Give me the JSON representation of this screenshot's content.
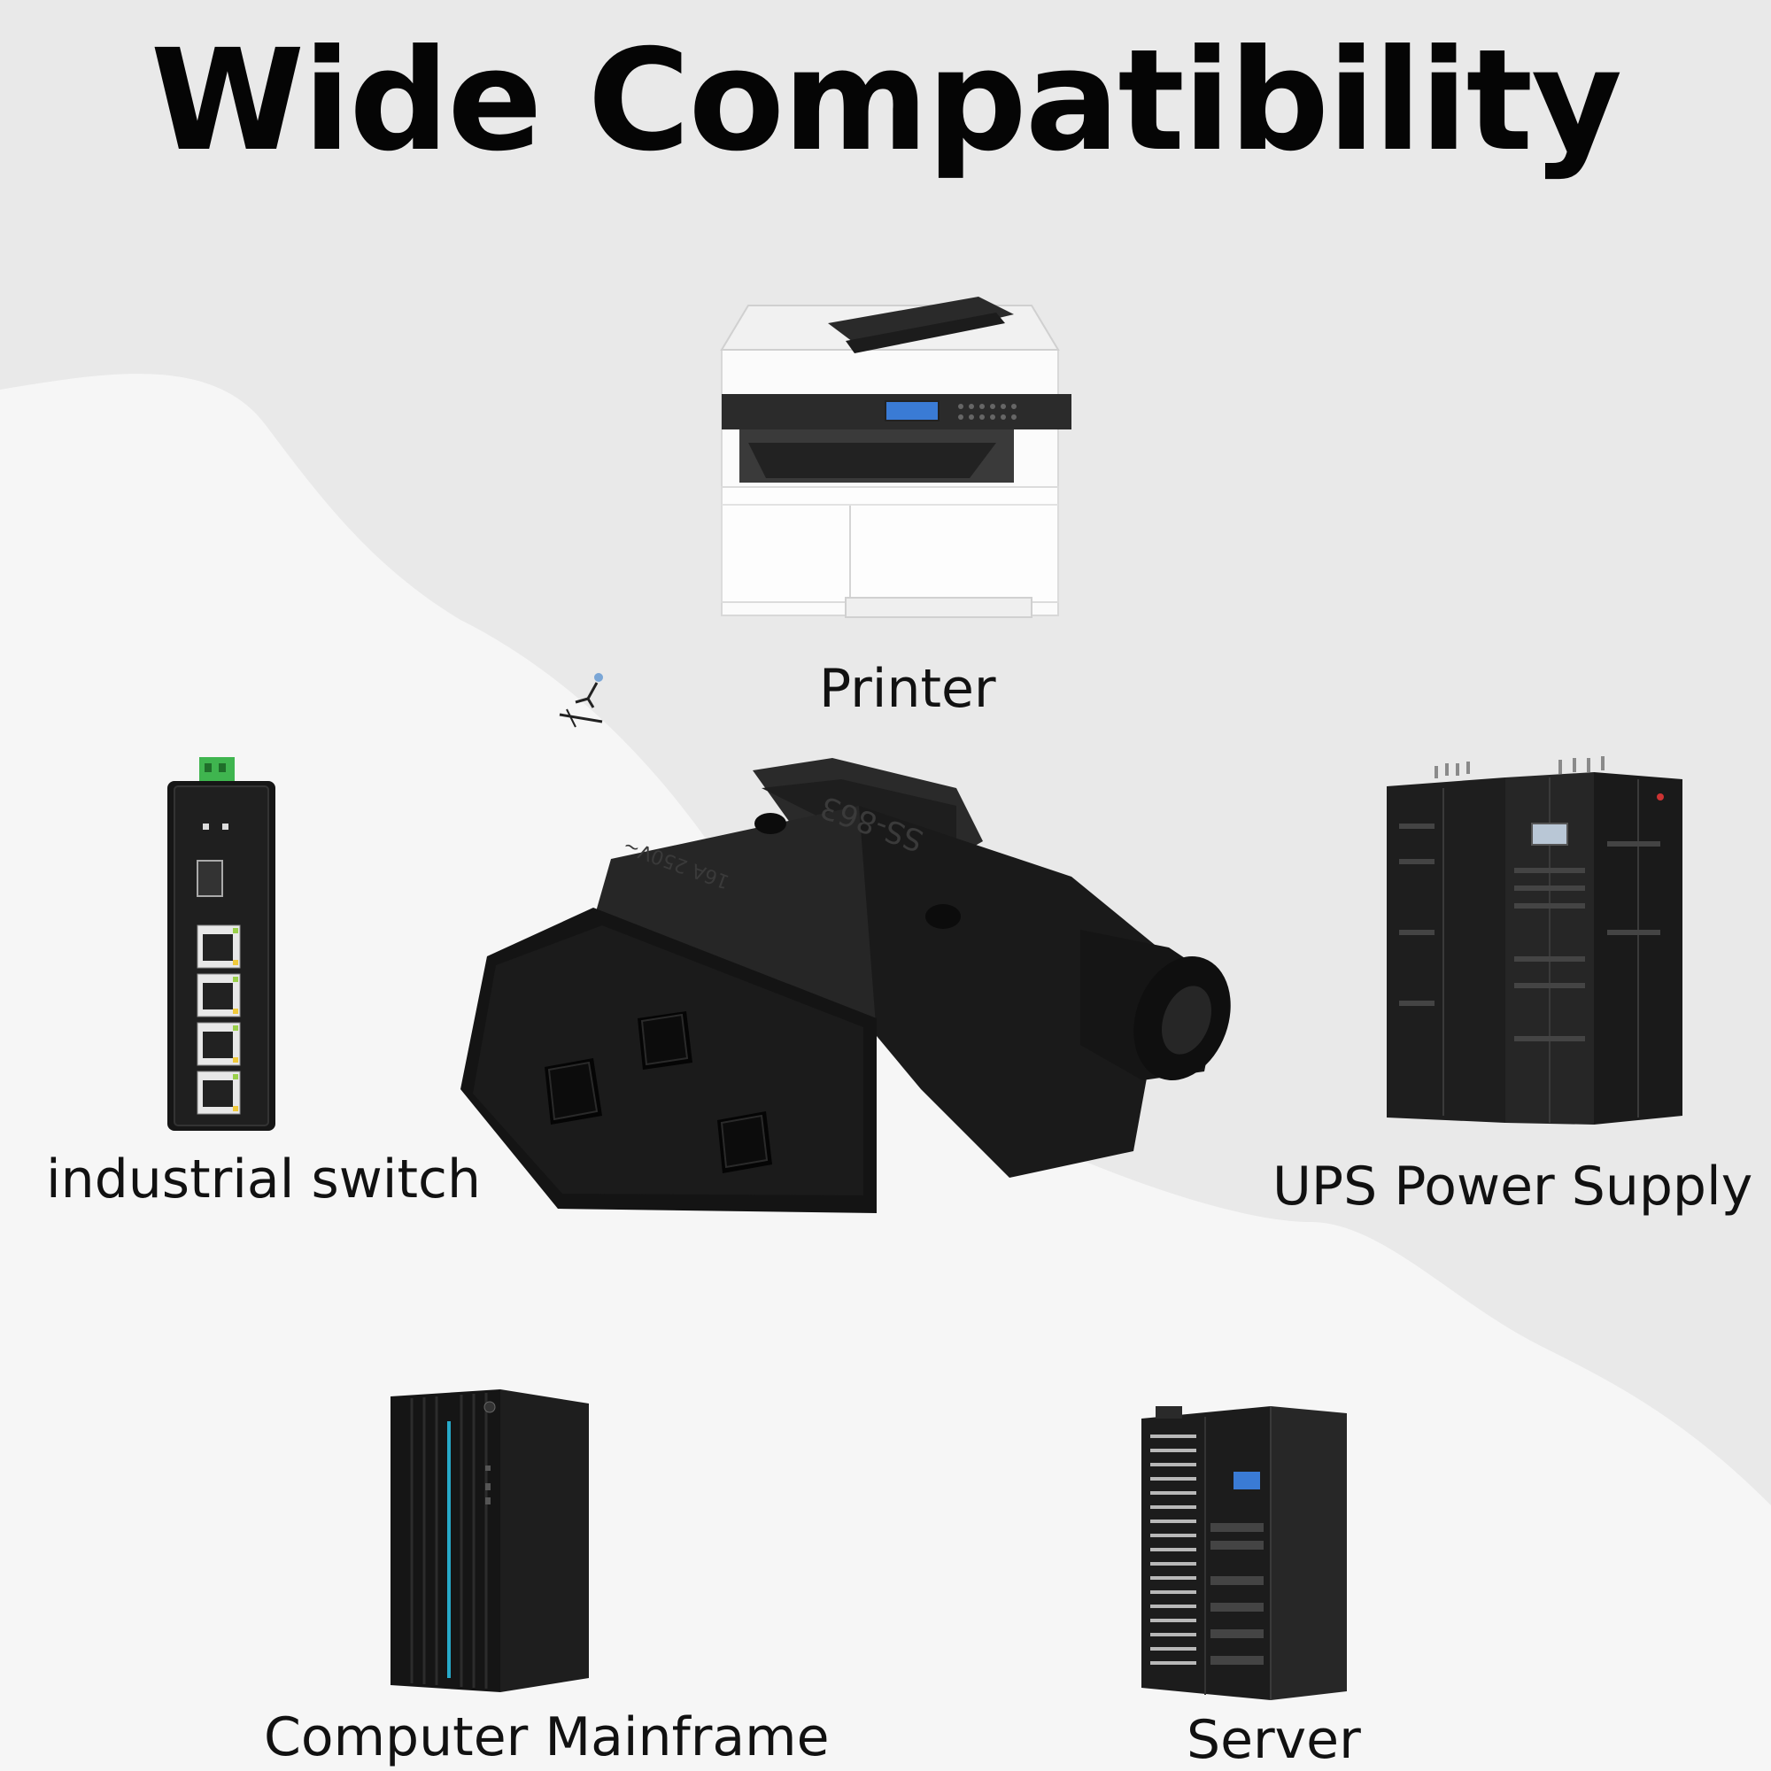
{
  "title": "Wide Compatibility",
  "connector": {
    "rating_marking": "16A 250V~",
    "model_marking": "SS-863",
    "body_color": "#161616"
  },
  "devices": {
    "printer": {
      "label": "Printer"
    },
    "industrial_switch": {
      "label": "industrial switch"
    },
    "ups": {
      "label": "UPS Power Supply"
    },
    "mainframe": {
      "label": "Computer Mainframe"
    },
    "server": {
      "label": "Server"
    }
  },
  "colors": {
    "background_light": "#f6f6f6",
    "background_shade": "#e9e9e9",
    "text": "#111111",
    "switch_terminal": "#3fb54f",
    "mainframe_accent": "#27a9c9",
    "screen_blue": "#3a7bd5"
  }
}
